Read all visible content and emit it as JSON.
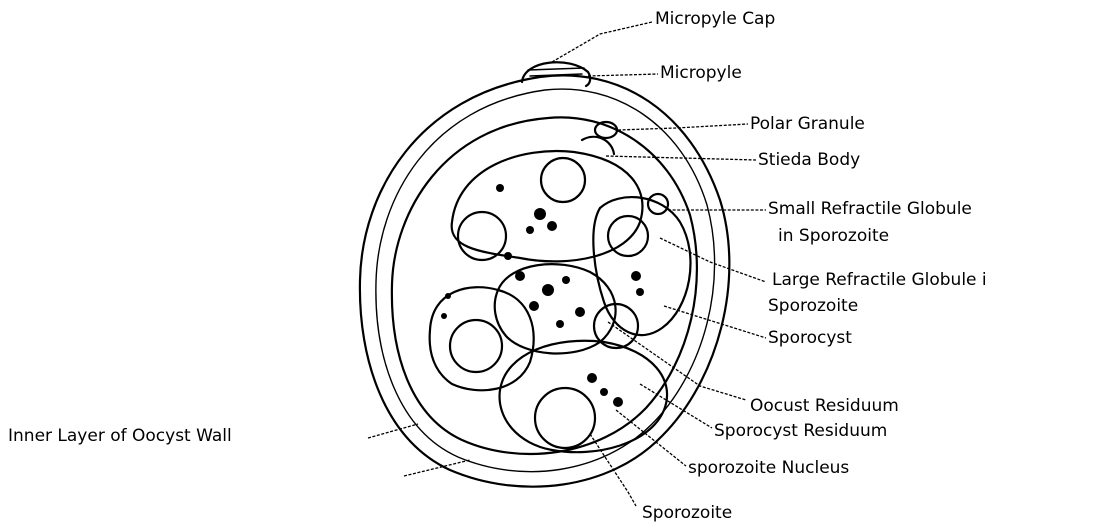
{
  "diagram": {
    "labels": {
      "micropyle_cap": "Micropyle Cap",
      "micropyle": "Micropyle",
      "polar_granule": "Polar Granule",
      "stieda_body": "Stieda Body",
      "small_globule_line1": "Small Refractile Globule",
      "small_globule_line2": "in Sporozoite",
      "large_globule_line1": "Large Refractile Globule i",
      "large_globule_line2": "Sporozoite",
      "sporocyst": "Sporocyst",
      "oocyst_residuum": "Oocust Residuum",
      "sporocyst_residuum": "Sporocyst Residuum",
      "sporozoite_nucleus": "sporozoite Nucleus",
      "sporozoite": "Sporozoite",
      "inner_layer": "Inner Layer of Oocyst Wall"
    }
  }
}
